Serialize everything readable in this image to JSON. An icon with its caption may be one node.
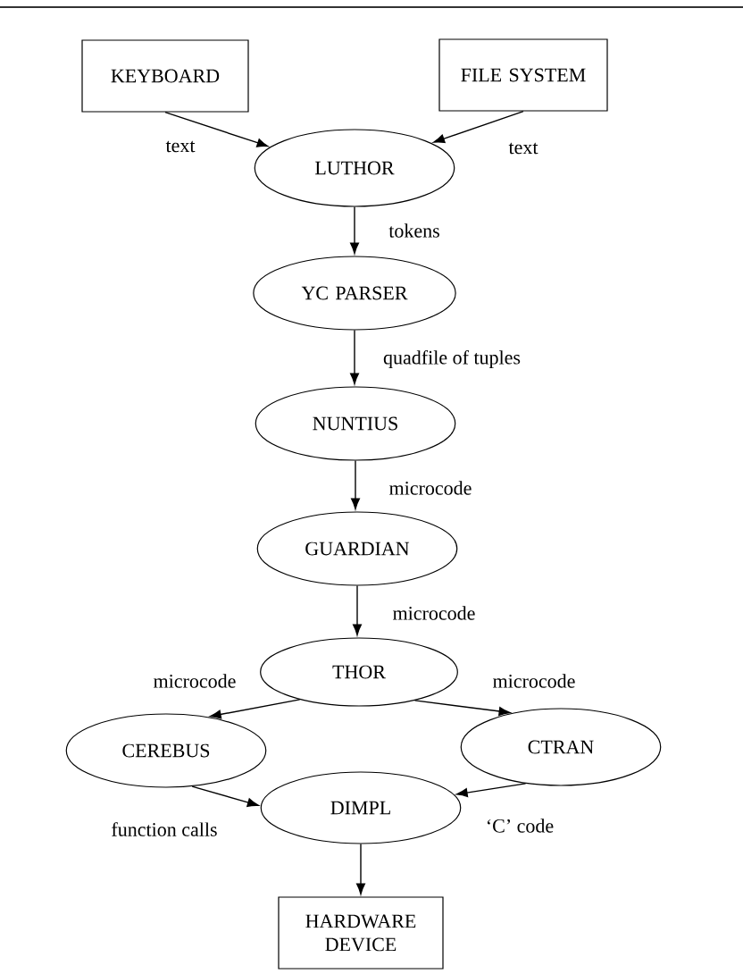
{
  "diagram": {
    "nodes": [
      {
        "text": [
          "KEYBOARD"
        ]
      },
      {
        "text": [
          "FILE SYSTEM"
        ]
      },
      {
        "text": [
          "LUTHOR"
        ]
      },
      {
        "text": [
          "YC PARSER"
        ]
      },
      {
        "text": [
          "NUNTIUS"
        ]
      },
      {
        "text": [
          "GUARDIAN"
        ]
      },
      {
        "text": [
          "THOR"
        ]
      },
      {
        "text": [
          "CEREBUS"
        ]
      },
      {
        "text": [
          "CTRAN"
        ]
      },
      {
        "text": [
          "DIMPL"
        ]
      },
      {
        "text": [
          "HARDWARE DEVICE"
        ]
      }
    ],
    "edges": [
      {
        "from": 0,
        "to": 2,
        "arrow": "to",
        "label": "text"
      },
      {
        "from": 1,
        "to": 2,
        "arrow": "to",
        "label": "text"
      },
      {
        "from": 2,
        "to": 3,
        "arrow": "to",
        "label": "tokens"
      },
      {
        "from": 3,
        "to": 4,
        "arrow": "to",
        "label": "quadfile of tuples"
      },
      {
        "from": 4,
        "to": 5,
        "arrow": "to",
        "label": "microcode"
      },
      {
        "from": 5,
        "to": 6,
        "arrow": "to",
        "label": "microcode"
      },
      {
        "from": 6,
        "to": 7,
        "arrow": "to",
        "label": "microcode"
      },
      {
        "from": 6,
        "to": 8,
        "arrow": "to",
        "label": "microcode"
      },
      {
        "from": 7,
        "to": 9,
        "arrow": "to",
        "label": "function calls"
      },
      {
        "from": 8,
        "to": 9,
        "arrow": "to",
        "label": "‘C’ code"
      },
      {
        "from": 9,
        "to": 10,
        "arrow": "to"
      }
    ]
  }
}
